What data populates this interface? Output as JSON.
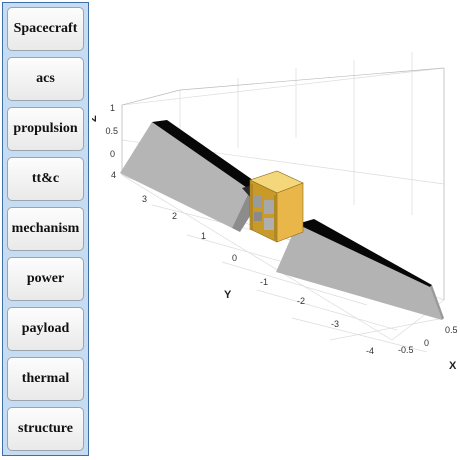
{
  "sidebar": {
    "buttons": [
      {
        "label": "Spacecraft"
      },
      {
        "label": "acs"
      },
      {
        "label": "propulsion"
      },
      {
        "label": "tt&c"
      },
      {
        "label": "mechanism"
      },
      {
        "label": "power"
      },
      {
        "label": "payload"
      },
      {
        "label": "thermal"
      },
      {
        "label": "structure"
      }
    ]
  },
  "plot": {
    "axes": {
      "x": {
        "label": "X",
        "ticks": [
          "-0.5",
          "0",
          "0.5"
        ]
      },
      "y": {
        "label": "Y",
        "ticks": [
          "4",
          "3",
          "2",
          "1",
          "0",
          "-1",
          "-2",
          "-3",
          "-4"
        ]
      },
      "z": {
        "label": "Z",
        "ticks": [
          "1",
          "0.5",
          "0"
        ]
      }
    },
    "colors": {
      "bus": "#e8b53a",
      "solar_array_front": "#b3b3b3",
      "solar_array_top": "#050505",
      "grid": "#dddddd"
    }
  }
}
